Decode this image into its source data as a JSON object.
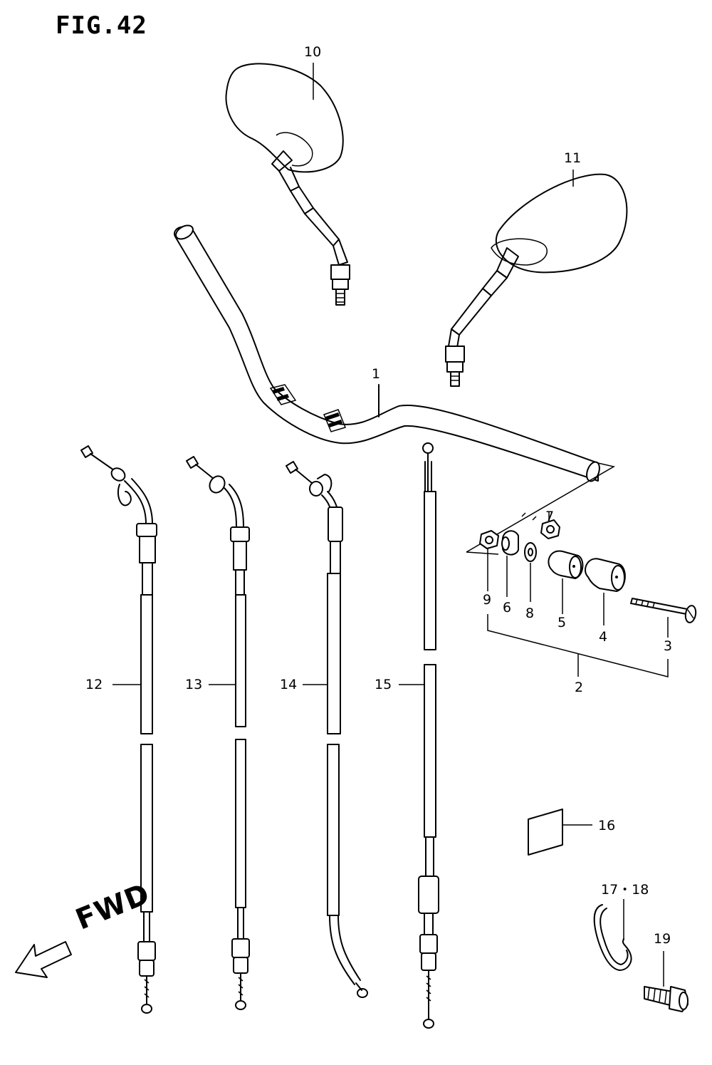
{
  "figure": {
    "title": "FIG.42",
    "direction_label": "FWD"
  },
  "callouts": [
    {
      "id": "1",
      "text": "1"
    },
    {
      "id": "2",
      "text": "2"
    },
    {
      "id": "3",
      "text": "3"
    },
    {
      "id": "4",
      "text": "4"
    },
    {
      "id": "5",
      "text": "5"
    },
    {
      "id": "6",
      "text": "6"
    },
    {
      "id": "7",
      "text": "7"
    },
    {
      "id": "8",
      "text": "8"
    },
    {
      "id": "9",
      "text": "9"
    },
    {
      "id": "10",
      "text": "10"
    },
    {
      "id": "11",
      "text": "11"
    },
    {
      "id": "12",
      "text": "12"
    },
    {
      "id": "13",
      "text": "13"
    },
    {
      "id": "14",
      "text": "14"
    },
    {
      "id": "15",
      "text": "15"
    },
    {
      "id": "16",
      "text": "16"
    },
    {
      "id": "17-18",
      "text": "17・18"
    },
    {
      "id": "19",
      "text": "19"
    }
  ],
  "parts_drawn": [
    "handlebar",
    "mirror-left",
    "mirror-right",
    "balancer-assembly",
    "throttle-cable-12",
    "throttle-cable-13",
    "cable-14",
    "clutch-cable-15",
    "label-16",
    "clamp-17-18",
    "bolt-19",
    "forward-arrow"
  ]
}
